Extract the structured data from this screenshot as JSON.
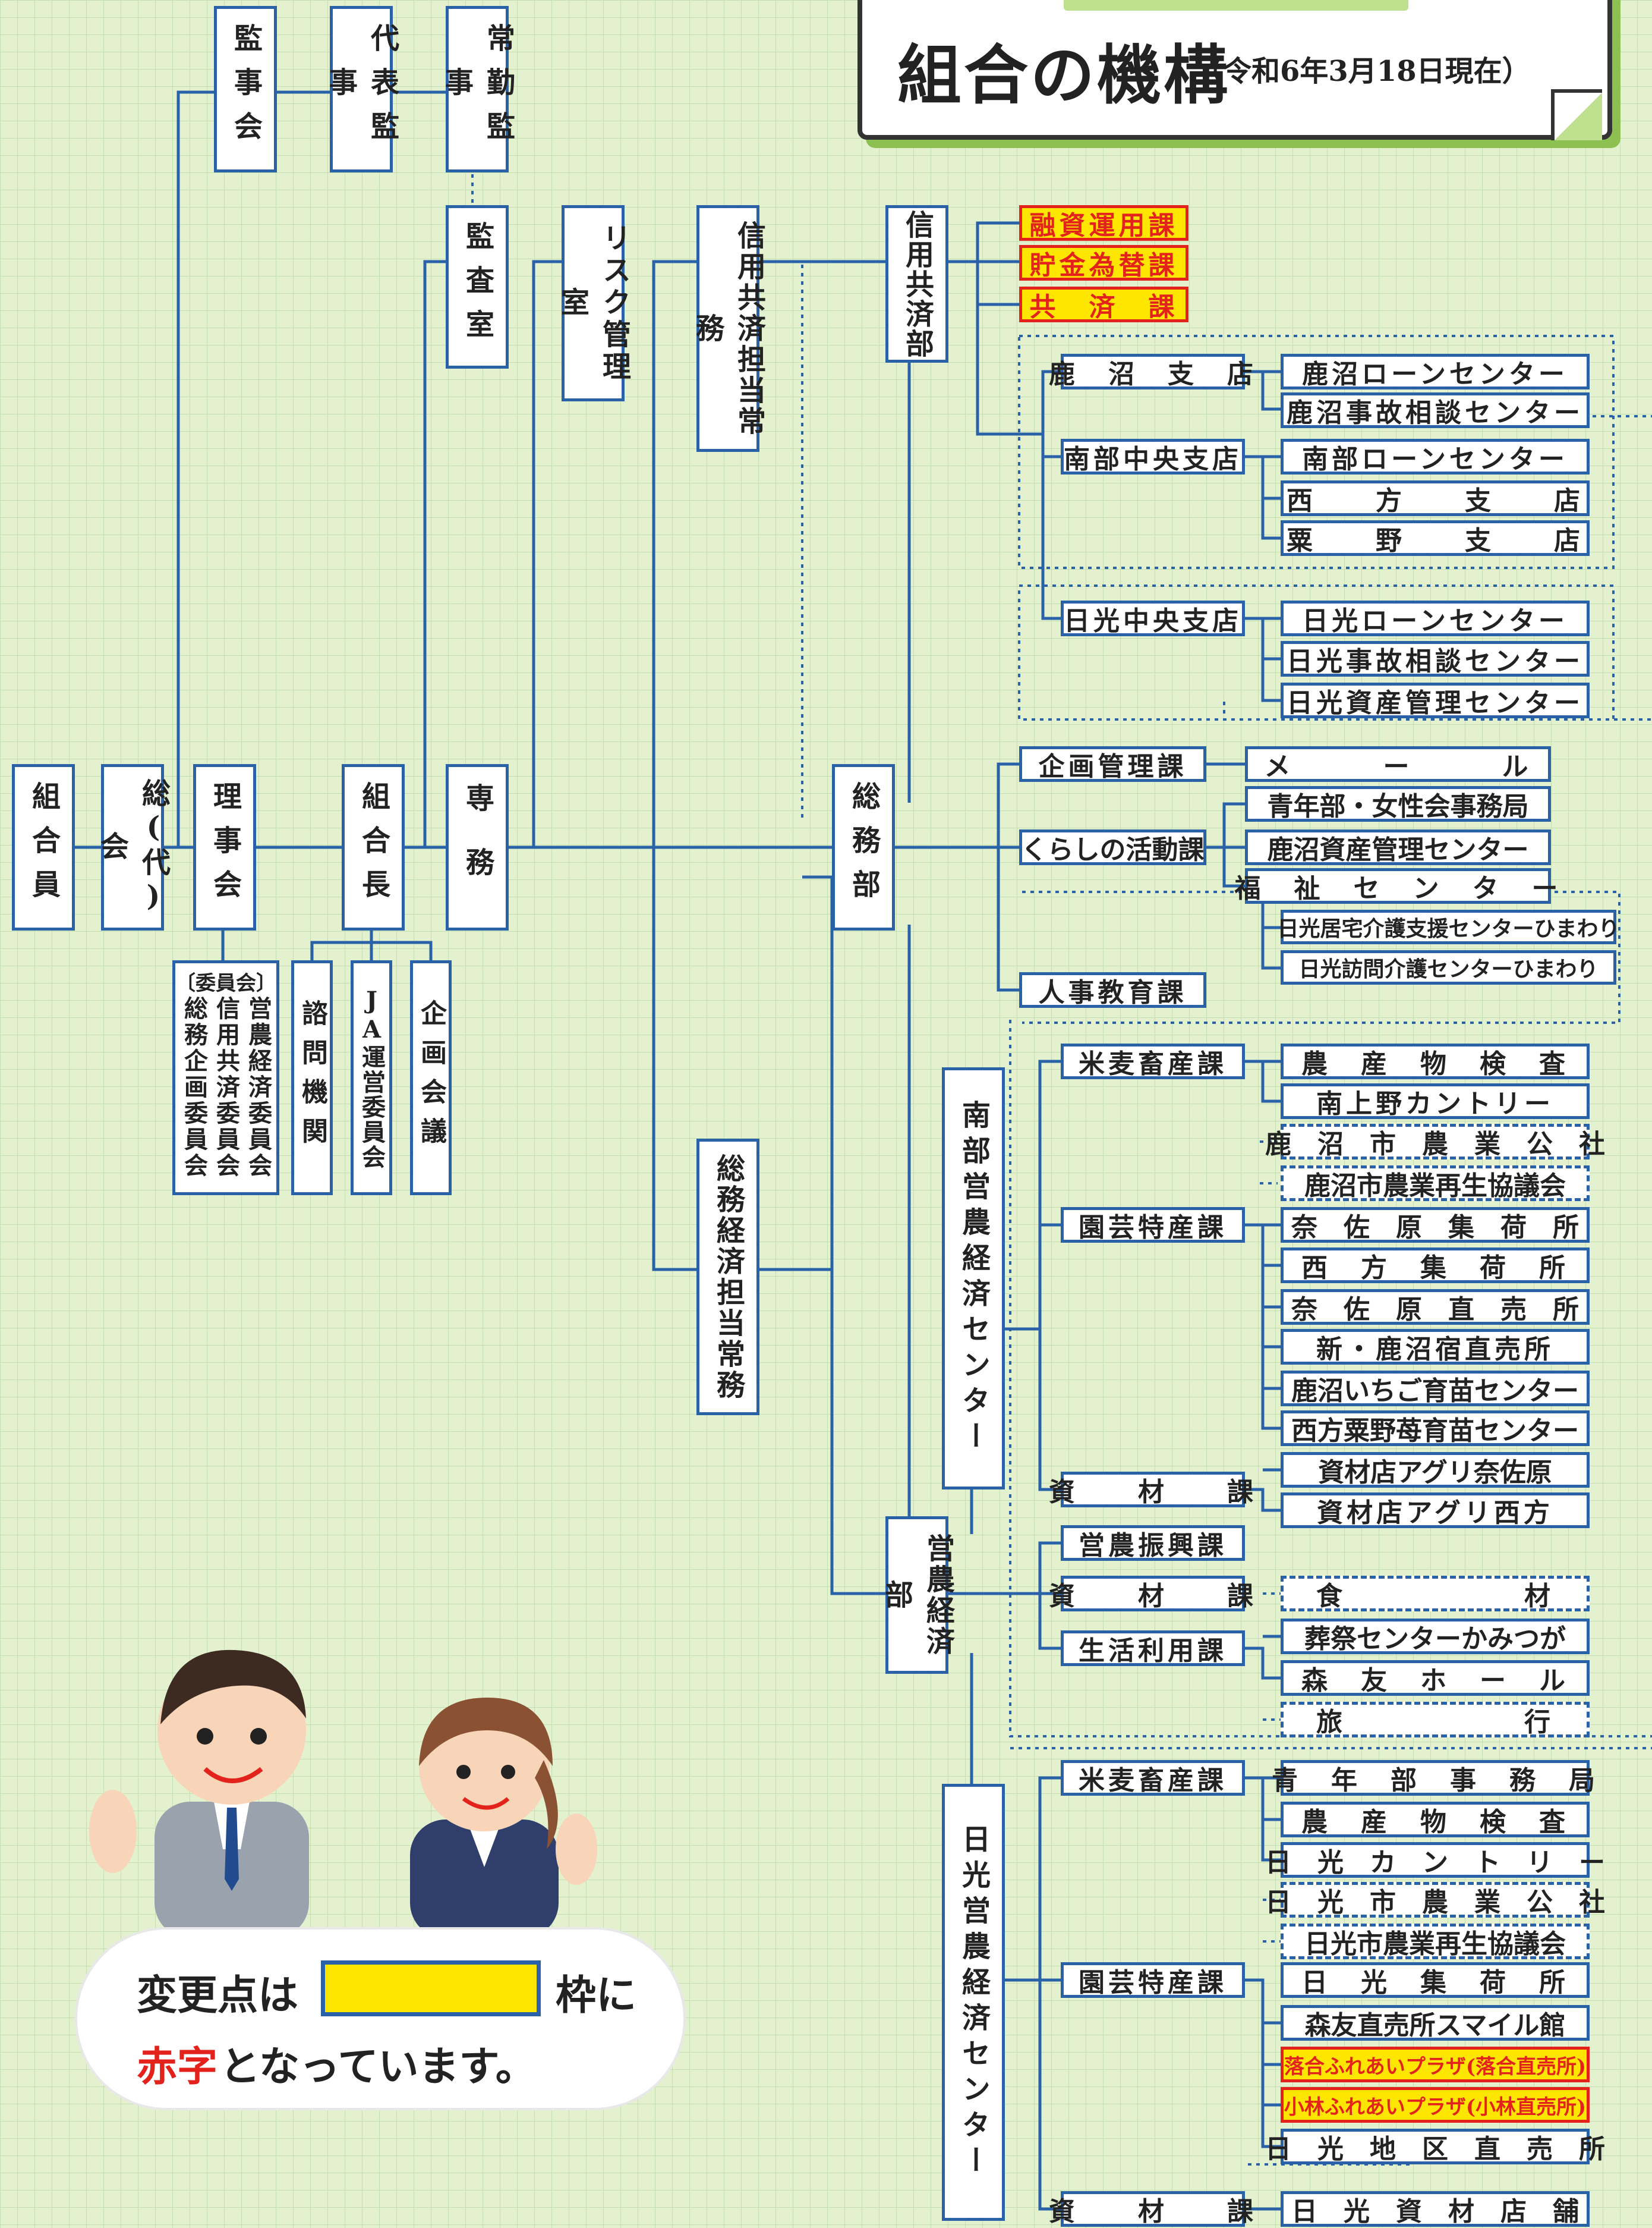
{
  "title": {
    "main": "組合の機構",
    "date": "（令和6年3月18日現在）"
  },
  "notice": {
    "line1_before": "変更点は",
    "line1_after": "枠に",
    "red_word": "赤字",
    "line2_rest": "となっています。"
  },
  "top": {
    "kanjikai": "監事会",
    "daihyo": "代表監事",
    "jokin": "常勤監事",
    "kansa": "監査室",
    "risk": "リスク管理室",
    "shinyo_jomu": "信用共済担当常務",
    "shinyo_bu": "信用共済部"
  },
  "yellow_sections": [
    "融資運用課",
    "貯金為替課",
    "共　済　課"
  ],
  "branches": [
    {
      "name": "鹿　沼　支　店",
      "subs": [
        "鹿沼ローンセンター",
        "鹿沼事故相談センター"
      ]
    },
    {
      "name": "南部中央支店",
      "subs": [
        "南部ローンセンター",
        "西　　方　　支　　店",
        "粟　　野　　支　　店"
      ]
    },
    {
      "name": "日光中央支店",
      "subs": [
        "日光ローンセンター",
        "日光事故相談センター",
        "日光資産管理センター"
      ]
    }
  ],
  "main_chain": {
    "kumiaiin": "組合員",
    "sodaikai": "総(代)会",
    "rijikai": "理事会",
    "kumiaicho": "組合長",
    "senmu": "専務",
    "somubu": "総務部"
  },
  "iinkai": {
    "label": "〔委員会〕",
    "items": [
      "営農経済委員会",
      "信用共済委員会",
      "総務企画委員会"
    ]
  },
  "advisory": [
    "諮問機関",
    "JA運営委員会",
    "企画会議"
  ],
  "somu_sections": {
    "kikaku": "企画管理課",
    "kurashi": "くらしの活動課",
    "jinji": "人事教育課",
    "kikaku_subs": [
      "メ　　　ー　　　ル"
    ],
    "kurashi_subs": [
      "青年部・女性会事務局",
      "鹿沼資産管理センター",
      "福　祉　セ　ン　タ　ー"
    ],
    "fukushi_subs": [
      "日光居宅介護支援センターひまわり",
      "日光訪問介護センターひまわり"
    ]
  },
  "keizai_jomu": "総務経済担当常務",
  "nanbu_center": {
    "name": "南部営農経済センター",
    "sections": [
      {
        "name": "米麦畜産課",
        "subs": [
          "農　産　物　検　査",
          "南上野カントリー",
          "鹿　沼　市　農　業　公　社",
          "鹿沼市農業再生協議会"
        ]
      },
      {
        "name": "園芸特産課",
        "subs": [
          "奈　佐　原　集　荷　所",
          "西　方　集　荷　所",
          "奈　佐　原　直　売　所",
          "新・鹿沼宿直売所",
          "鹿沼いちご育苗センター",
          "西方粟野苺育苗センター"
        ]
      },
      {
        "name": "資　　材　　課",
        "subs": [
          "資材店アグリ奈佐原",
          "資材店アグリ西方"
        ]
      }
    ]
  },
  "einou_bu": {
    "name": "営農経済部",
    "sections": [
      {
        "name": "営農振興課",
        "subs": []
      },
      {
        "name": "資　　材　　課",
        "subs": [
          "食　　　　　　材"
        ]
      },
      {
        "name": "生活利用課",
        "subs": [
          "葬祭センターかみつが",
          "森　友　ホ　ー　ル",
          "旅　　　　　　行"
        ]
      }
    ]
  },
  "nikko_center": {
    "name": "日光営農経済センター",
    "sections": [
      {
        "name": "米麦畜産課",
        "subs": [
          "青　年　部　事　務　局",
          "農　産　物　検　査",
          "日　光　カ　ン　ト　リ　ー",
          "日　光　市　農　業　公　社",
          "日光市農業再生協議会"
        ]
      },
      {
        "name": "園芸特産課",
        "subs": [
          "日　光　集　荷　所",
          "森友直売所スマイル館",
          "落合ふれあいプラザ(落合直売所)",
          "小林ふれあいプラザ(小林直売所)",
          "日　光　地　区　直　売　所"
        ]
      },
      {
        "name": "資　　材　　課",
        "subs": [
          "日　光　資　材　店　舗"
        ]
      }
    ]
  },
  "colors": {
    "line": "#2a62a8",
    "change_fill": "#ffe600",
    "change_text": "#e3231b",
    "grid": "#c3deb0",
    "background": "#e4f1cf"
  },
  "icons": [
    "male-staff-illustration",
    "female-staff-illustration"
  ]
}
